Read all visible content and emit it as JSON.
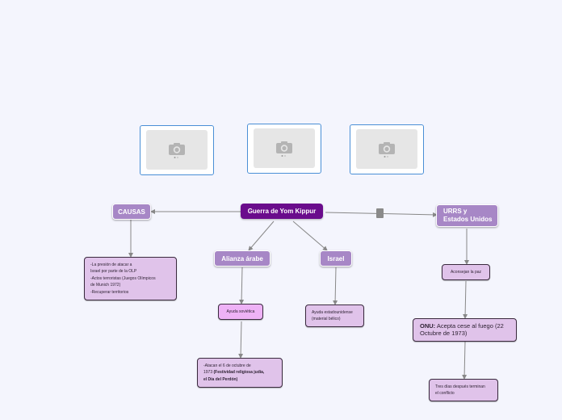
{
  "colors": {
    "background": "#f4f5fd",
    "root": "#6a0c8c",
    "branch": "#a787c6",
    "leaf": "#e0c3ea",
    "leaf_highlight": "#eeb2f6",
    "connector": "#888888",
    "photo_border": "#4a8fd6"
  },
  "photos": [
    {
      "icon": "camera-icon"
    },
    {
      "icon": "camera-icon"
    },
    {
      "icon": "camera-icon"
    }
  ],
  "root": {
    "label": "Guerra de Yom Kippur"
  },
  "branches": {
    "causas": "CAUSAS",
    "alianza": "Alianza árabe",
    "israel": "Israel",
    "urrs": [
      "URRS y",
      "Estados Unidos"
    ]
  },
  "causas_list": [
    "-La presión de atacar a",
    "Israel por parte de la OLP",
    "-Actos terroristas (Juegos Olímpicos",
    "de Munich 1972)",
    "-Recuperar territorios"
  ],
  "ayuda_sovietica": "Ayuda soviética",
  "atacan": {
    "line1": "-Atacan el 6 de octubre de",
    "line2_plain": "1973 ",
    "line2_bold": "(Festividad religiosa judía,",
    "line3_bold": "el Día del Perdón)"
  },
  "ayuda_eeuu": [
    "Ayuda estadounidense",
    "(material bélico)"
  ],
  "aconsejan": "Aconsejan la paz",
  "onu": {
    "bold": "ONU:",
    "rest_line1": " Acepta cese al fuego (22",
    "line2": "Octubre de 1973)"
  },
  "tres_dias": [
    "Tres días después terminan",
    "el conflicto"
  ]
}
